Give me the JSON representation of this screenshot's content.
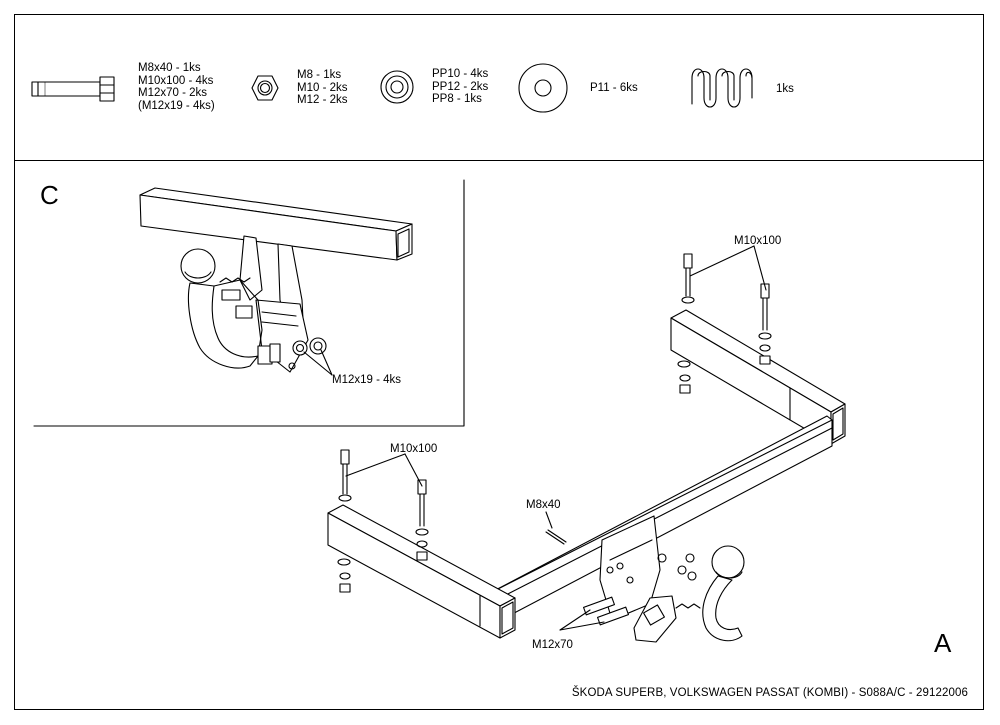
{
  "parts": {
    "bolts": [
      "M8x40 - 1ks",
      "M10x100 - 4ks",
      "M12x70 - 2ks",
      "(M12x19 - 4ks)"
    ],
    "nuts": [
      "M8 - 1ks",
      "M10 - 2ks",
      "M12 - 2ks"
    ],
    "washers": [
      "PP10 - 4ks",
      "PP12 - 2ks",
      "PP8 - 1ks"
    ],
    "plate_washer": "P11 - 6ks",
    "spring": "1ks"
  },
  "detail_c": {
    "letter": "C",
    "label": "M12x19 - 4ks"
  },
  "view_a": {
    "letter": "A",
    "label_m10_right": "M10x100",
    "label_m10_left": "M10x100",
    "label_m8": "M8x40",
    "label_m12": "M12x70"
  },
  "footer": {
    "title": "ŠKODA SUPERB, VOLKSWAGEN PASSAT (KOMBI) - S088A/C - 29122006"
  }
}
